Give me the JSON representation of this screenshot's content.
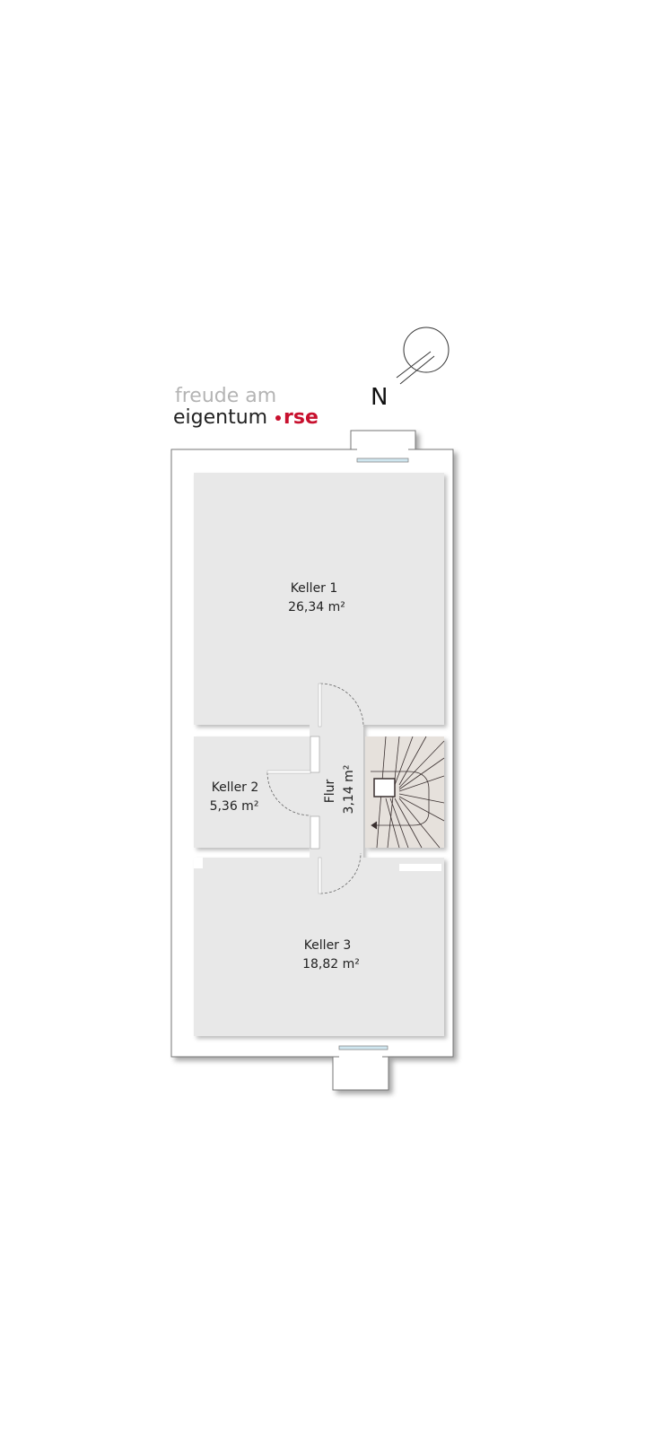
{
  "logo": {
    "line1": "freude am",
    "line2_a": "eigentum",
    "line2_b": "rse",
    "accent_color": "#c8102e"
  },
  "compass": {
    "label": "N"
  },
  "rooms": [
    {
      "name": "Keller 1",
      "area": "26,34 m²"
    },
    {
      "name": "Keller 2",
      "area": "5,36 m²"
    },
    {
      "name": "Flur",
      "area": "3,14 m²"
    },
    {
      "name": "Keller 3",
      "area": "18,82 m²"
    }
  ],
  "colors": {
    "room_fill": "#e8e8e8",
    "stair_fill": "#e6e1dc",
    "window": "#cfe6ef"
  }
}
